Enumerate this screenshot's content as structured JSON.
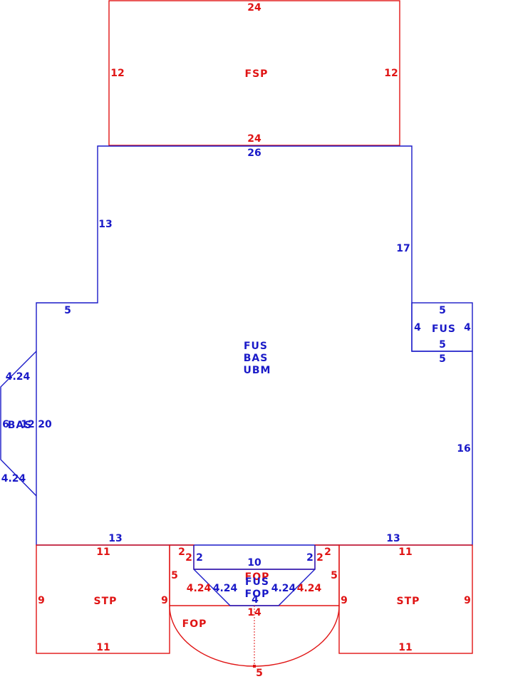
{
  "colors": {
    "blue": "#1a1ac8",
    "red": "#e01414"
  },
  "areas": {
    "fsp": "FSP",
    "main": [
      "FUS",
      "BAS",
      "UBM"
    ],
    "fus_right": "FUS",
    "bas_left": "BAS",
    "stp_left": "STP",
    "stp_right": "STP",
    "center_top_red": "FOP",
    "center_fus": "FUS",
    "center_fop": "FOP",
    "fop_half_circle": "FOP"
  },
  "dimensions": {
    "fsp_top": "24",
    "fsp_bottom": "24",
    "fsp_left": "12",
    "fsp_right": "12",
    "main_top": "26",
    "main_left_upper": "13",
    "main_step": "5",
    "main_right_upper": "17",
    "main_right_lower": "16",
    "main_left_lower": "20",
    "main_bottom_left": "13",
    "main_bottom_right": "13",
    "fus_top": "5",
    "fus_bottom": "5",
    "fus_below": "5",
    "fus_left": "4",
    "fus_right": "4",
    "bas_upper": "4.24",
    "bas_lower": "4.24",
    "bas_outer": "6",
    "bas_inner": "12",
    "stp_l_top": "11",
    "stp_l_bottom": "11",
    "stp_l_left": "9",
    "stp_l_right": "9",
    "stp_r_top": "11",
    "stp_r_bottom": "11",
    "stp_r_left": "9",
    "stp_r_right": "9",
    "notch_l_blue": "2",
    "notch_l_red_a": "2",
    "notch_l_red_b": "2",
    "notch_r_blue": "2",
    "notch_r_red_a": "2",
    "notch_r_red_b": "2",
    "red_side_l": "5",
    "red_side_r": "5",
    "trap_top": "10",
    "trap_bottom": "4",
    "trap_diag_l_blue": "4.24",
    "trap_diag_r_blue": "4.24",
    "trap_diag_l_red": "4.24",
    "trap_diag_r_red": "4.24",
    "fop_diameter": "14",
    "fop_radius": "5"
  }
}
